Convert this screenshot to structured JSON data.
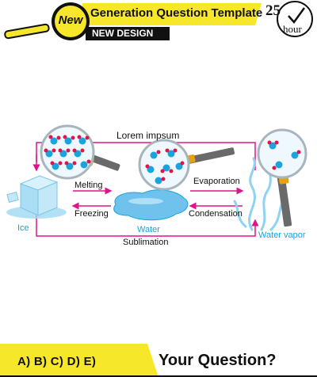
{
  "header": {
    "badge": "New",
    "title": "Generation Question Template",
    "design_tag": "NEW DESIGN",
    "clock_number": "25",
    "clock_unit": "hour"
  },
  "diagram": {
    "top_label": "Lorem impsum",
    "melting": "Melting",
    "freezing": "Freezing",
    "evaporation": "Evaporation",
    "condensation": "Condensation",
    "sublimation": "Sublimation",
    "ice": "Ice",
    "water": "Water",
    "water_vapor": "Water vapor"
  },
  "footer": {
    "answers": "A) B) C) D) E)",
    "question": "Your Question?"
  },
  "colors": {
    "accent_yellow": "#f7e72a",
    "cycle_magenta": "#e0148a",
    "water_blue": "#1aa3dd",
    "dark": "#111111"
  }
}
